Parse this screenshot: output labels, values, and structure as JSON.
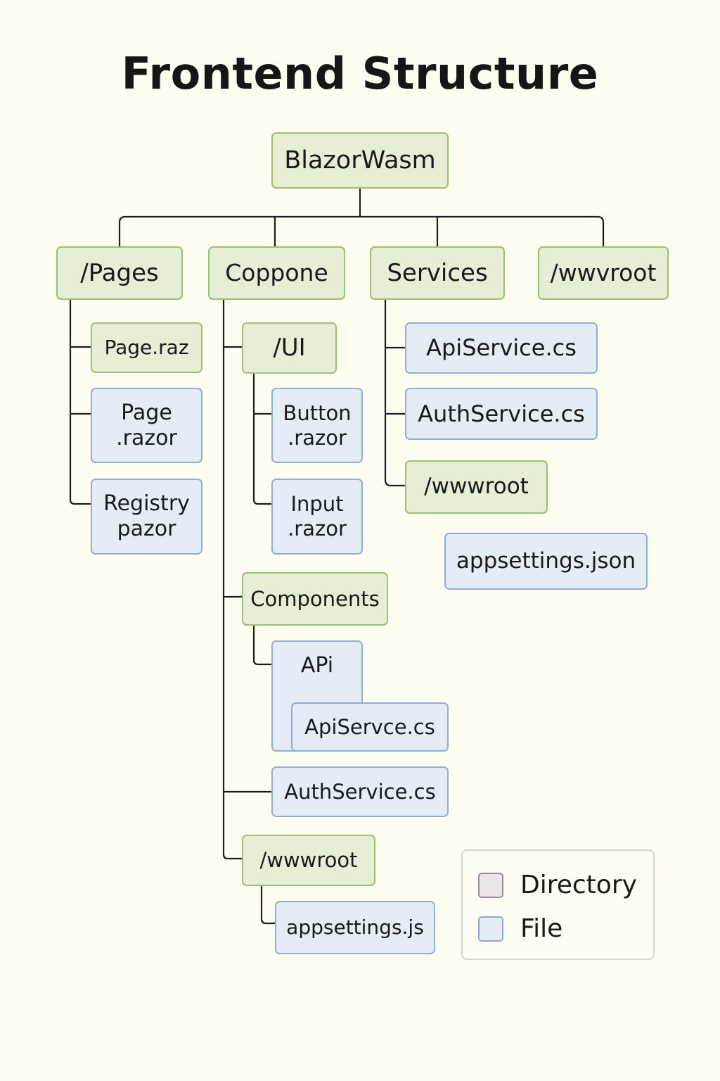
{
  "title": "Frontend Structure",
  "colors": {
    "background": "#fdfdf0",
    "directory_fill": "#e6eed6",
    "directory_border": "#9cbf78",
    "file_fill": "#e4ecf6",
    "file_border": "#93aed2",
    "legend_directory_swatch": "#ece6ea",
    "connector": "#1e1e1e"
  },
  "nodes": {
    "root": {
      "label": "BlazorWasm",
      "kind": "directory"
    },
    "pages": {
      "label": "/Pages",
      "kind": "directory"
    },
    "components_top": {
      "label": "Coppone",
      "kind": "directory"
    },
    "services": {
      "label": "Services",
      "kind": "directory"
    },
    "wwwroot_top": {
      "label": "/wwvroot",
      "kind": "directory"
    },
    "page_raz": {
      "label": "Page.raz",
      "kind": "directory"
    },
    "page_razor": {
      "label": "Page\n.razor",
      "kind": "file"
    },
    "registry_pazor": {
      "label": "Registry\npazor",
      "kind": "file"
    },
    "ui": {
      "label": "/UI",
      "kind": "directory"
    },
    "button_razor": {
      "label": "Button\n.razor",
      "kind": "file"
    },
    "input_razor": {
      "label": "Input\n.razor",
      "kind": "file"
    },
    "components_mid": {
      "label": "Components",
      "kind": "directory"
    },
    "api": {
      "label": "APi",
      "kind": "file"
    },
    "apiservce_cs": {
      "label": "ApiServce.cs",
      "kind": "file"
    },
    "authservice_cs_left": {
      "label": "AuthService.cs",
      "kind": "file"
    },
    "wwwroot_bottom": {
      "label": "/wwwroot",
      "kind": "directory"
    },
    "appsettings_js": {
      "label": "appsettings.js",
      "kind": "file"
    },
    "apiservice_cs": {
      "label": "ApiService.cs",
      "kind": "file"
    },
    "authservice_cs_right": {
      "label": "AuthService.cs",
      "kind": "file"
    },
    "wwwroot_services": {
      "label": "/wwwroot",
      "kind": "directory"
    },
    "appsettings_json": {
      "label": "appsettings.json",
      "kind": "file"
    }
  },
  "legend": {
    "directory_label": "Directory",
    "file_label": "File"
  }
}
